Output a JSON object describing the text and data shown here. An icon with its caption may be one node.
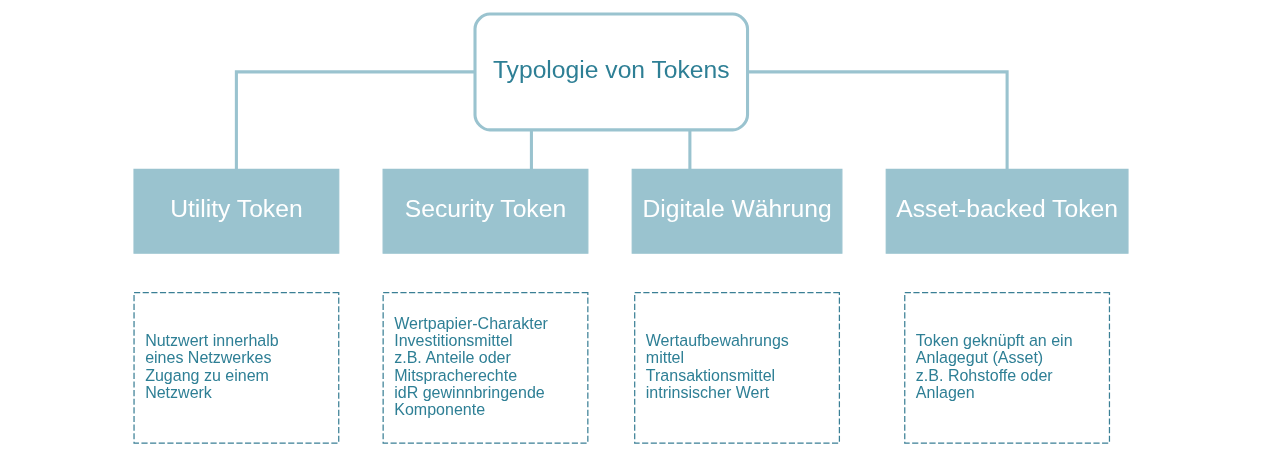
{
  "diagram": {
    "nodes": [
      {
        "text": [
          "Typologie von Tokens"
        ]
      },
      {
        "text": [
          "Utility Token"
        ]
      },
      {
        "text": [
          "Security Token"
        ]
      },
      {
        "text": [
          "Digitale Währung"
        ]
      },
      {
        "text": [
          "Asset-backed Token"
        ]
      },
      {
        "text": [
          "Nutzwert innerhalb eines Netzwerkes",
          "Zugang zu einem Netzwerk"
        ]
      },
      {
        "text": [
          "Wertpapier-Charakter",
          "Investitionsmittel",
          "z.B. Anteile oder Mitspracherechte",
          "idR gewinnbringende Komponente"
        ]
      },
      {
        "text": [
          "Wertaufbewahrungs mittel",
          "Transaktionsmittel",
          "intrinsischer Wert"
        ]
      },
      {
        "text": [
          "Token geknüpft an ein Anlagegut (Asset)",
          "z.B. Rohstoffe oder Anlagen"
        ]
      }
    ],
    "edges": [
      {
        "from": 0,
        "to": 1,
        "arrow": "none"
      },
      {
        "from": 0,
        "to": 2,
        "arrow": "none"
      },
      {
        "from": 0,
        "to": 3,
        "arrow": "none"
      },
      {
        "from": 0,
        "to": 4,
        "arrow": "none"
      }
    ]
  }
}
